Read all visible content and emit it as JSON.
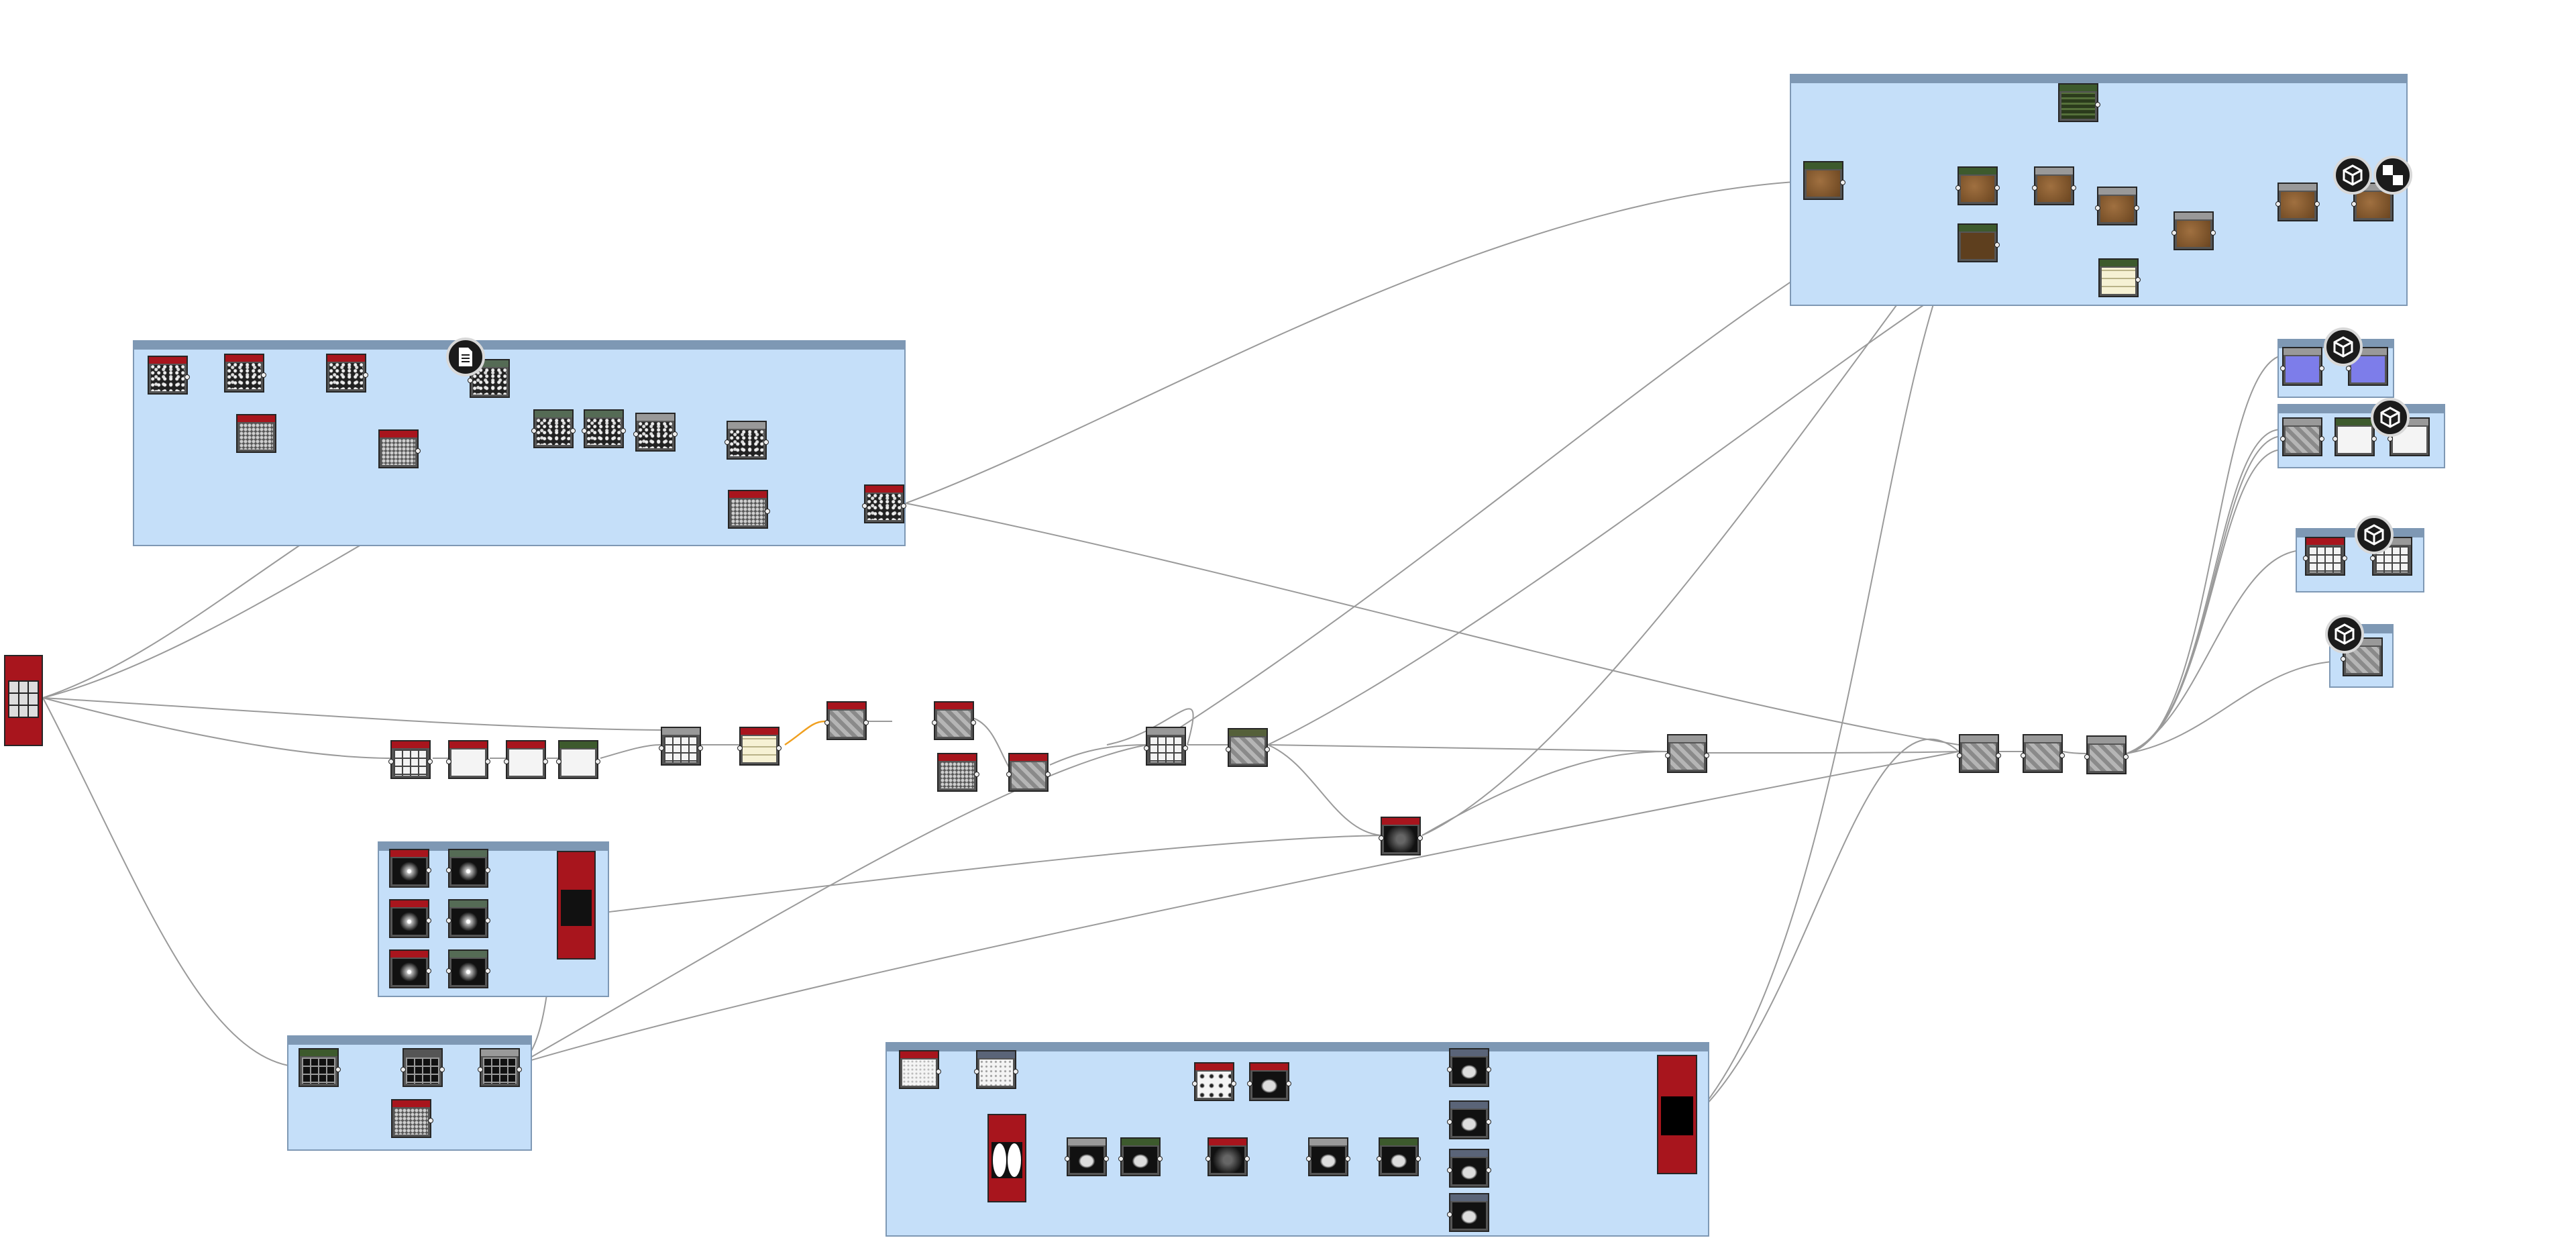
{
  "graph": {
    "colors": {
      "frame_fill": "#c5dff9",
      "frame_border": "#7e98b4",
      "node_header": "#a8151d",
      "wire": "#9a9a9a",
      "wire_active": "#f0a020",
      "label_green": "#1fc21f",
      "label_yellow": "#d8c400"
    },
    "frames": [
      {
        "id": "frame-top-left"
      },
      {
        "id": "frame-top-right"
      },
      {
        "id": "frame-star-masks"
      },
      {
        "id": "frame-grid"
      },
      {
        "id": "frame-bottom"
      },
      {
        "id": "frame-output-1"
      },
      {
        "id": "frame-output-2"
      },
      {
        "id": "frame-output-3"
      },
      {
        "id": "frame-output-4"
      }
    ],
    "badges": [
      {
        "icon": "document-icon"
      },
      {
        "icon": "cube-icon"
      },
      {
        "icon": "checker-icon"
      },
      {
        "icon": "cube-icon"
      },
      {
        "icon": "cube-icon"
      },
      {
        "icon": "cube-icon"
      },
      {
        "icon": "cube-icon"
      }
    ]
  }
}
